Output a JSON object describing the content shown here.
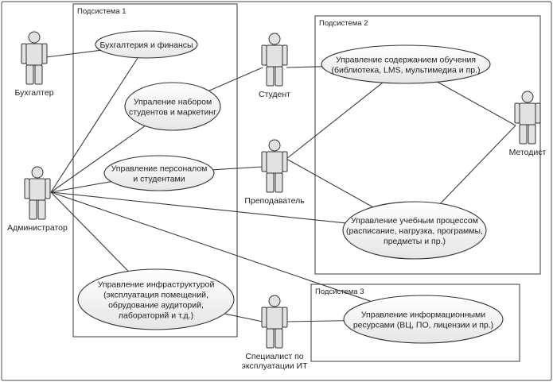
{
  "diagram": {
    "subsystems": [
      {
        "id": "s1",
        "label": "Подсистема 1"
      },
      {
        "id": "s2",
        "label": "Подсистема 2"
      },
      {
        "id": "s3",
        "label": "Подсистема 3"
      }
    ],
    "actors": [
      {
        "id": "buh",
        "lines": [
          "Бухгалтер"
        ]
      },
      {
        "id": "admin",
        "lines": [
          "Администратор"
        ]
      },
      {
        "id": "student",
        "lines": [
          "Студент"
        ]
      },
      {
        "id": "teacher",
        "lines": [
          "Преподаватель"
        ]
      },
      {
        "id": "methodist",
        "lines": [
          "Методист"
        ]
      },
      {
        "id": "itspec",
        "lines": [
          "Специалист по",
          "эксплуатации ИТ"
        ]
      }
    ],
    "use_cases": [
      {
        "id": "uc1",
        "lines": [
          "Бухгалтерия и финансы"
        ]
      },
      {
        "id": "uc2",
        "lines": [
          "Упраление набором",
          "студентов и маркетинг"
        ]
      },
      {
        "id": "uc3",
        "lines": [
          "Управление персоналом",
          "и студентами"
        ]
      },
      {
        "id": "uc4",
        "lines": [
          "Управление инфраструктурой",
          "(эксплуатация помещений,",
          "обрудование аудиторий,",
          "лабораторий и т.д.)"
        ]
      },
      {
        "id": "uc5",
        "lines": [
          "Управление содержанием обучения",
          "(библиотека, LMS, мультимедиа и пр.)"
        ]
      },
      {
        "id": "uc6",
        "lines": [
          "Управление учебным процессом",
          "(расписание, нагрузка, программы,",
          "предметы и пр.)"
        ]
      },
      {
        "id": "uc7",
        "lines": [
          "Управление информационными",
          "ресурсами (ВЦ, ПО, лицензии и пр.)"
        ]
      }
    ],
    "associations": [
      [
        "buh",
        "uc1"
      ],
      [
        "admin",
        "uc1"
      ],
      [
        "admin",
        "uc2"
      ],
      [
        "admin",
        "uc3"
      ],
      [
        "admin",
        "uc4"
      ],
      [
        "admin",
        "uc6"
      ],
      [
        "admin",
        "uc7"
      ],
      [
        "student",
        "uc2"
      ],
      [
        "student",
        "uc5"
      ],
      [
        "teacher",
        "uc3"
      ],
      [
        "teacher",
        "uc5"
      ],
      [
        "teacher",
        "uc6"
      ],
      [
        "methodist",
        "uc5"
      ],
      [
        "methodist",
        "uc6"
      ],
      [
        "itspec",
        "uc4"
      ],
      [
        "itspec",
        "uc7"
      ]
    ],
    "colors": {
      "line": "#3c3c3c",
      "ellipse_fill": "#f1f1f1",
      "actor_fill": "#e2e2e2"
    }
  }
}
